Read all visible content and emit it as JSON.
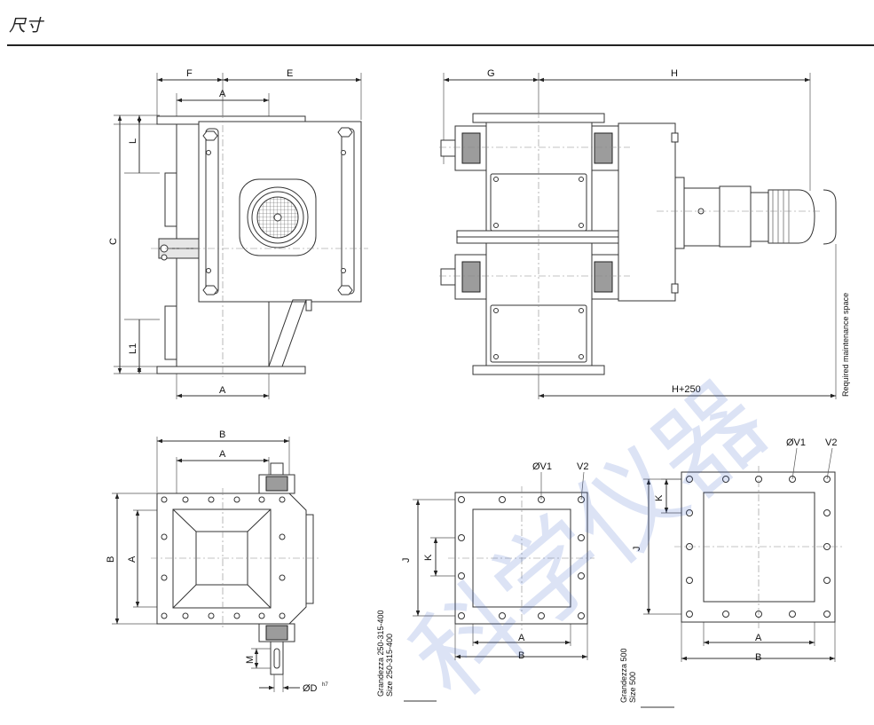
{
  "page": {
    "title": "尺寸"
  },
  "dims": {
    "A": "A",
    "B": "B",
    "C": "C",
    "E": "E",
    "F": "F",
    "G": "G",
    "H": "H",
    "J": "J",
    "K": "K",
    "L": "L",
    "L1": "L1",
    "M": "M",
    "H250": "H+250",
    "D": "ØD",
    "D_tol": "h7",
    "V1": "ØV1",
    "V2": "V2"
  },
  "notes": {
    "maintenance": "Required maintenance space",
    "size_small_it": "Grandezza 250-315-400",
    "size_small_en": "Size 250-315-400",
    "size_large_it": "Grandezza 500",
    "size_large_en": "Size 500"
  },
  "watermark": "科学仪器",
  "colors": {
    "watermark": "#3b64c8",
    "line": "#333333"
  }
}
